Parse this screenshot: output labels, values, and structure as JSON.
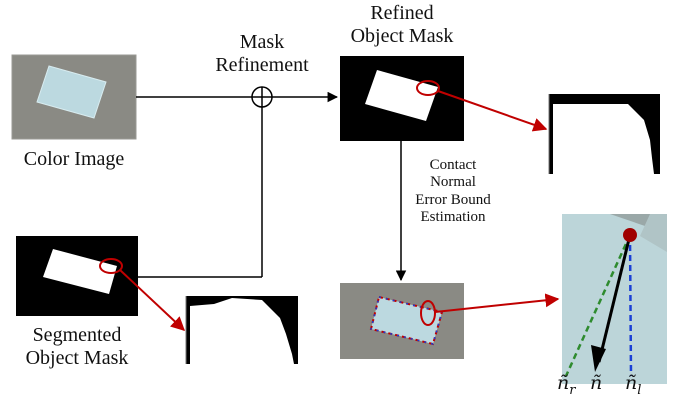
{
  "labels": {
    "color_image": "Color Image",
    "segmented_mask_line1": "Segmented",
    "segmented_mask_line2": "Object Mask",
    "mask_refinement_line1": "Mask",
    "mask_refinement_line2": "Refinement",
    "refined_mask_line1": "Refined",
    "refined_mask_line2": "Object Mask",
    "estimation_line1": "Contact",
    "estimation_line2": "Normal",
    "estimation_line3": "Error Bound",
    "estimation_line4": "Estimation"
  },
  "symbols": {
    "n_r": "ñ",
    "n_r_sub": "r",
    "n": "ñ",
    "n_l": "ñ",
    "n_l_sub": "l"
  },
  "colors": {
    "arrow_red": "#c00000",
    "arrow_black": "#000000",
    "mask_background": "#000000",
    "mask_object": "#ffffff",
    "color_image_bg": "#8a8a84",
    "object_light_blue": "#bcd9e0",
    "normal_r_green": "#2e8b2e",
    "normal_l_blue": "#1a3fd6",
    "contact_point": "#a00000"
  }
}
